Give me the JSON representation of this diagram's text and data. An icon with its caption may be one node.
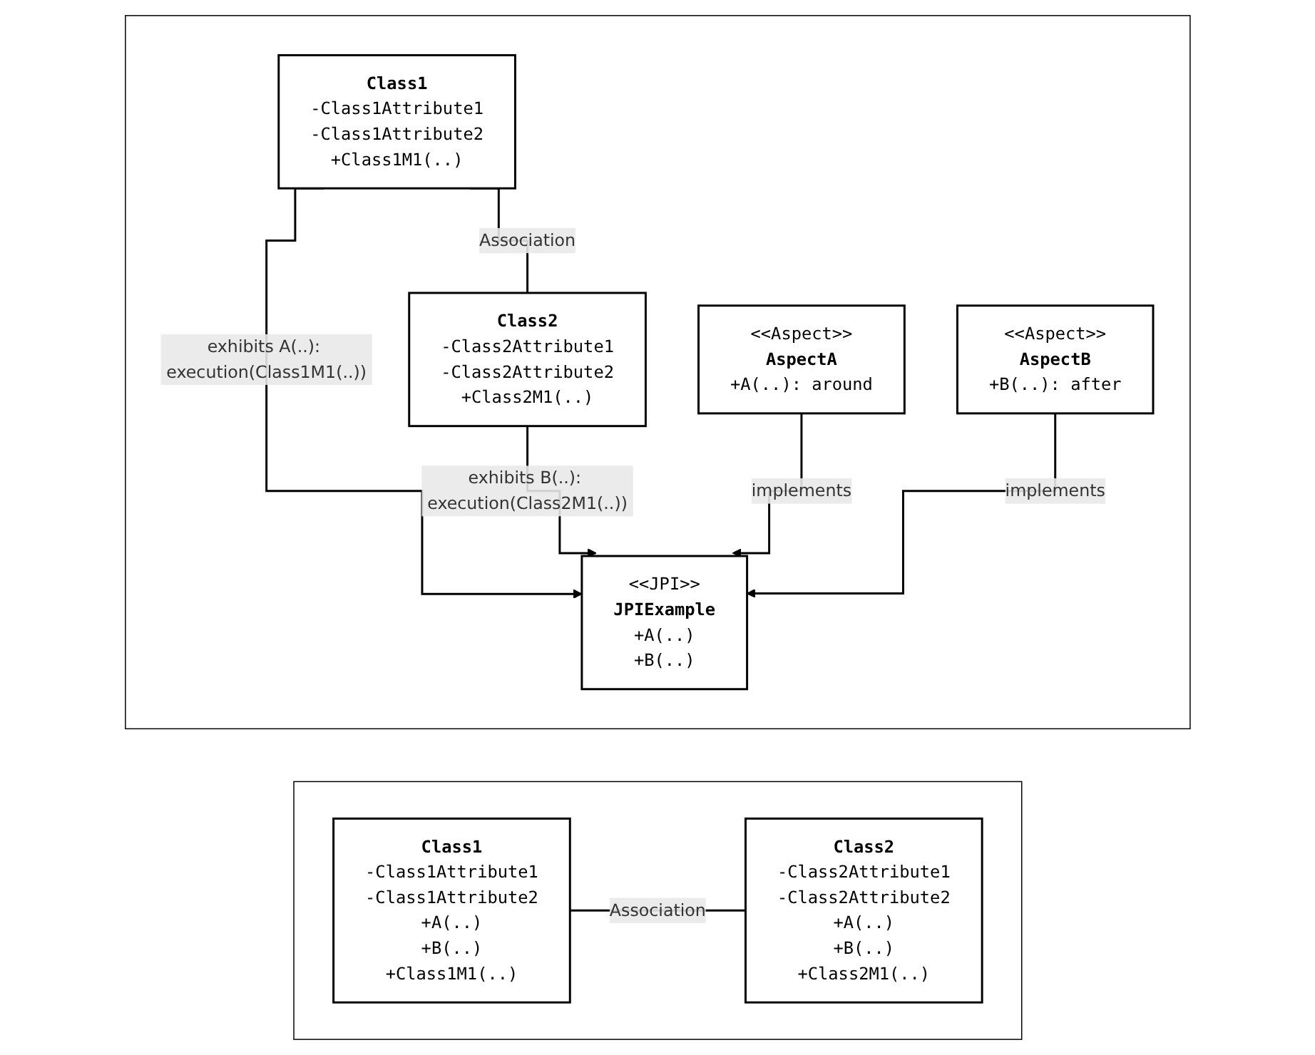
{
  "diagram": {
    "nodes": [
      {
        "text": [],
        "shape": "box"
      },
      {
        "text": [
          "Class1",
          "-Class1Attribute1",
          "-Class1Attribute2",
          "+A(..)",
          "+B(..)",
          "+Class1M1(..)"
        ],
        "in": 0
      },
      {
        "text": [
          "Class2",
          "-Class2Attribute1",
          "-Class2Attribute2",
          "+A(..)",
          "+B(..)",
          "+Class2M1(..)"
        ],
        "in": 0
      },
      {
        "text": [],
        "shape": "box"
      },
      {
        "text": [
          "Class1",
          "-Class1Attribute1",
          "-Class1Attribute2",
          "+Class1M1(..)"
        ],
        "in": 3
      },
      {
        "text": [
          "Class2",
          "-Class2Attribute1",
          "-Class2Attribute2",
          "+Class2M1(..)"
        ],
        "in": 3
      },
      {
        "text": [
          "<<JPI>>",
          "JPIExample",
          "+A(..)",
          "+B(..)"
        ],
        "in": 3
      },
      {
        "text": [
          "<<Aspect>>",
          "AspectA",
          "+A(..): around"
        ],
        "in": 3
      },
      {
        "text": [
          "<<Aspect>>",
          "AspectB",
          "+B(..): after"
        ],
        "in": 3
      }
    ],
    "edges": [
      {
        "from": 1,
        "to": 2,
        "arrow": "none",
        "label": "Association"
      },
      {
        "from": 4,
        "to": 5,
        "arrow": "none",
        "label": "Association"
      },
      {
        "from": 4,
        "to": 6,
        "arrow": "to",
        "label": "exhibits A(..): execution(Class1M1(..))"
      },
      {
        "from": 5,
        "to": 6,
        "arrow": "to",
        "label": "exhibits B(..): execution(Class2M1(..))"
      },
      {
        "from": 7,
        "to": 6,
        "arrow": "to",
        "label": "implements"
      },
      {
        "from": 8,
        "to": 6,
        "arrow": "to",
        "label": "implements"
      }
    ]
  }
}
